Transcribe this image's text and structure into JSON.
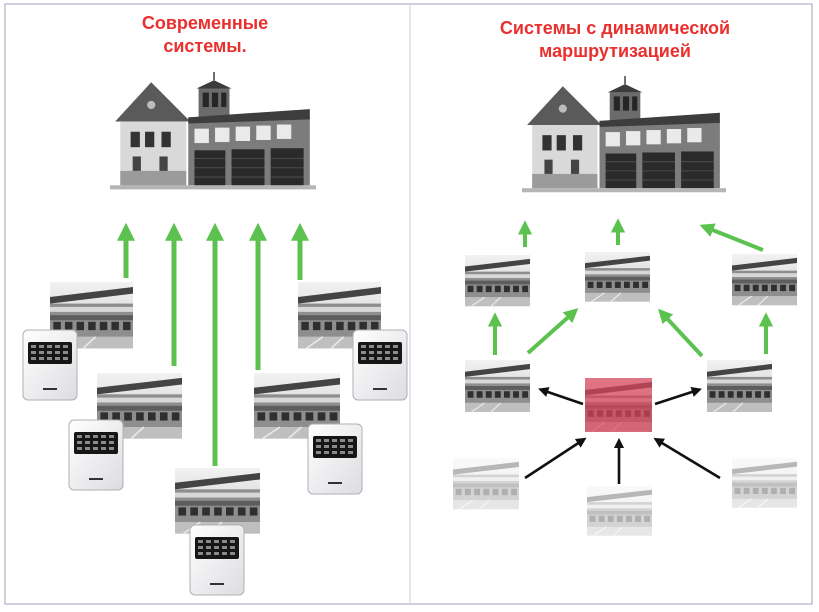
{
  "panels": {
    "left": {
      "title_lines": [
        "Современные",
        "системы."
      ]
    },
    "right": {
      "title_lines": [
        "Системы с динамической",
        "маршрутизацией"
      ]
    }
  },
  "colors": {
    "title": "#ea2f2f",
    "green_arrow": "#5cc24f",
    "black_arrow": "#111111",
    "source_highlight": "#d9445a",
    "frame": "#9aa3b8"
  },
  "icons": {
    "station": "fire-station-building-icon",
    "object": "building-photo-icon",
    "panel": "control-panel-device-icon"
  }
}
